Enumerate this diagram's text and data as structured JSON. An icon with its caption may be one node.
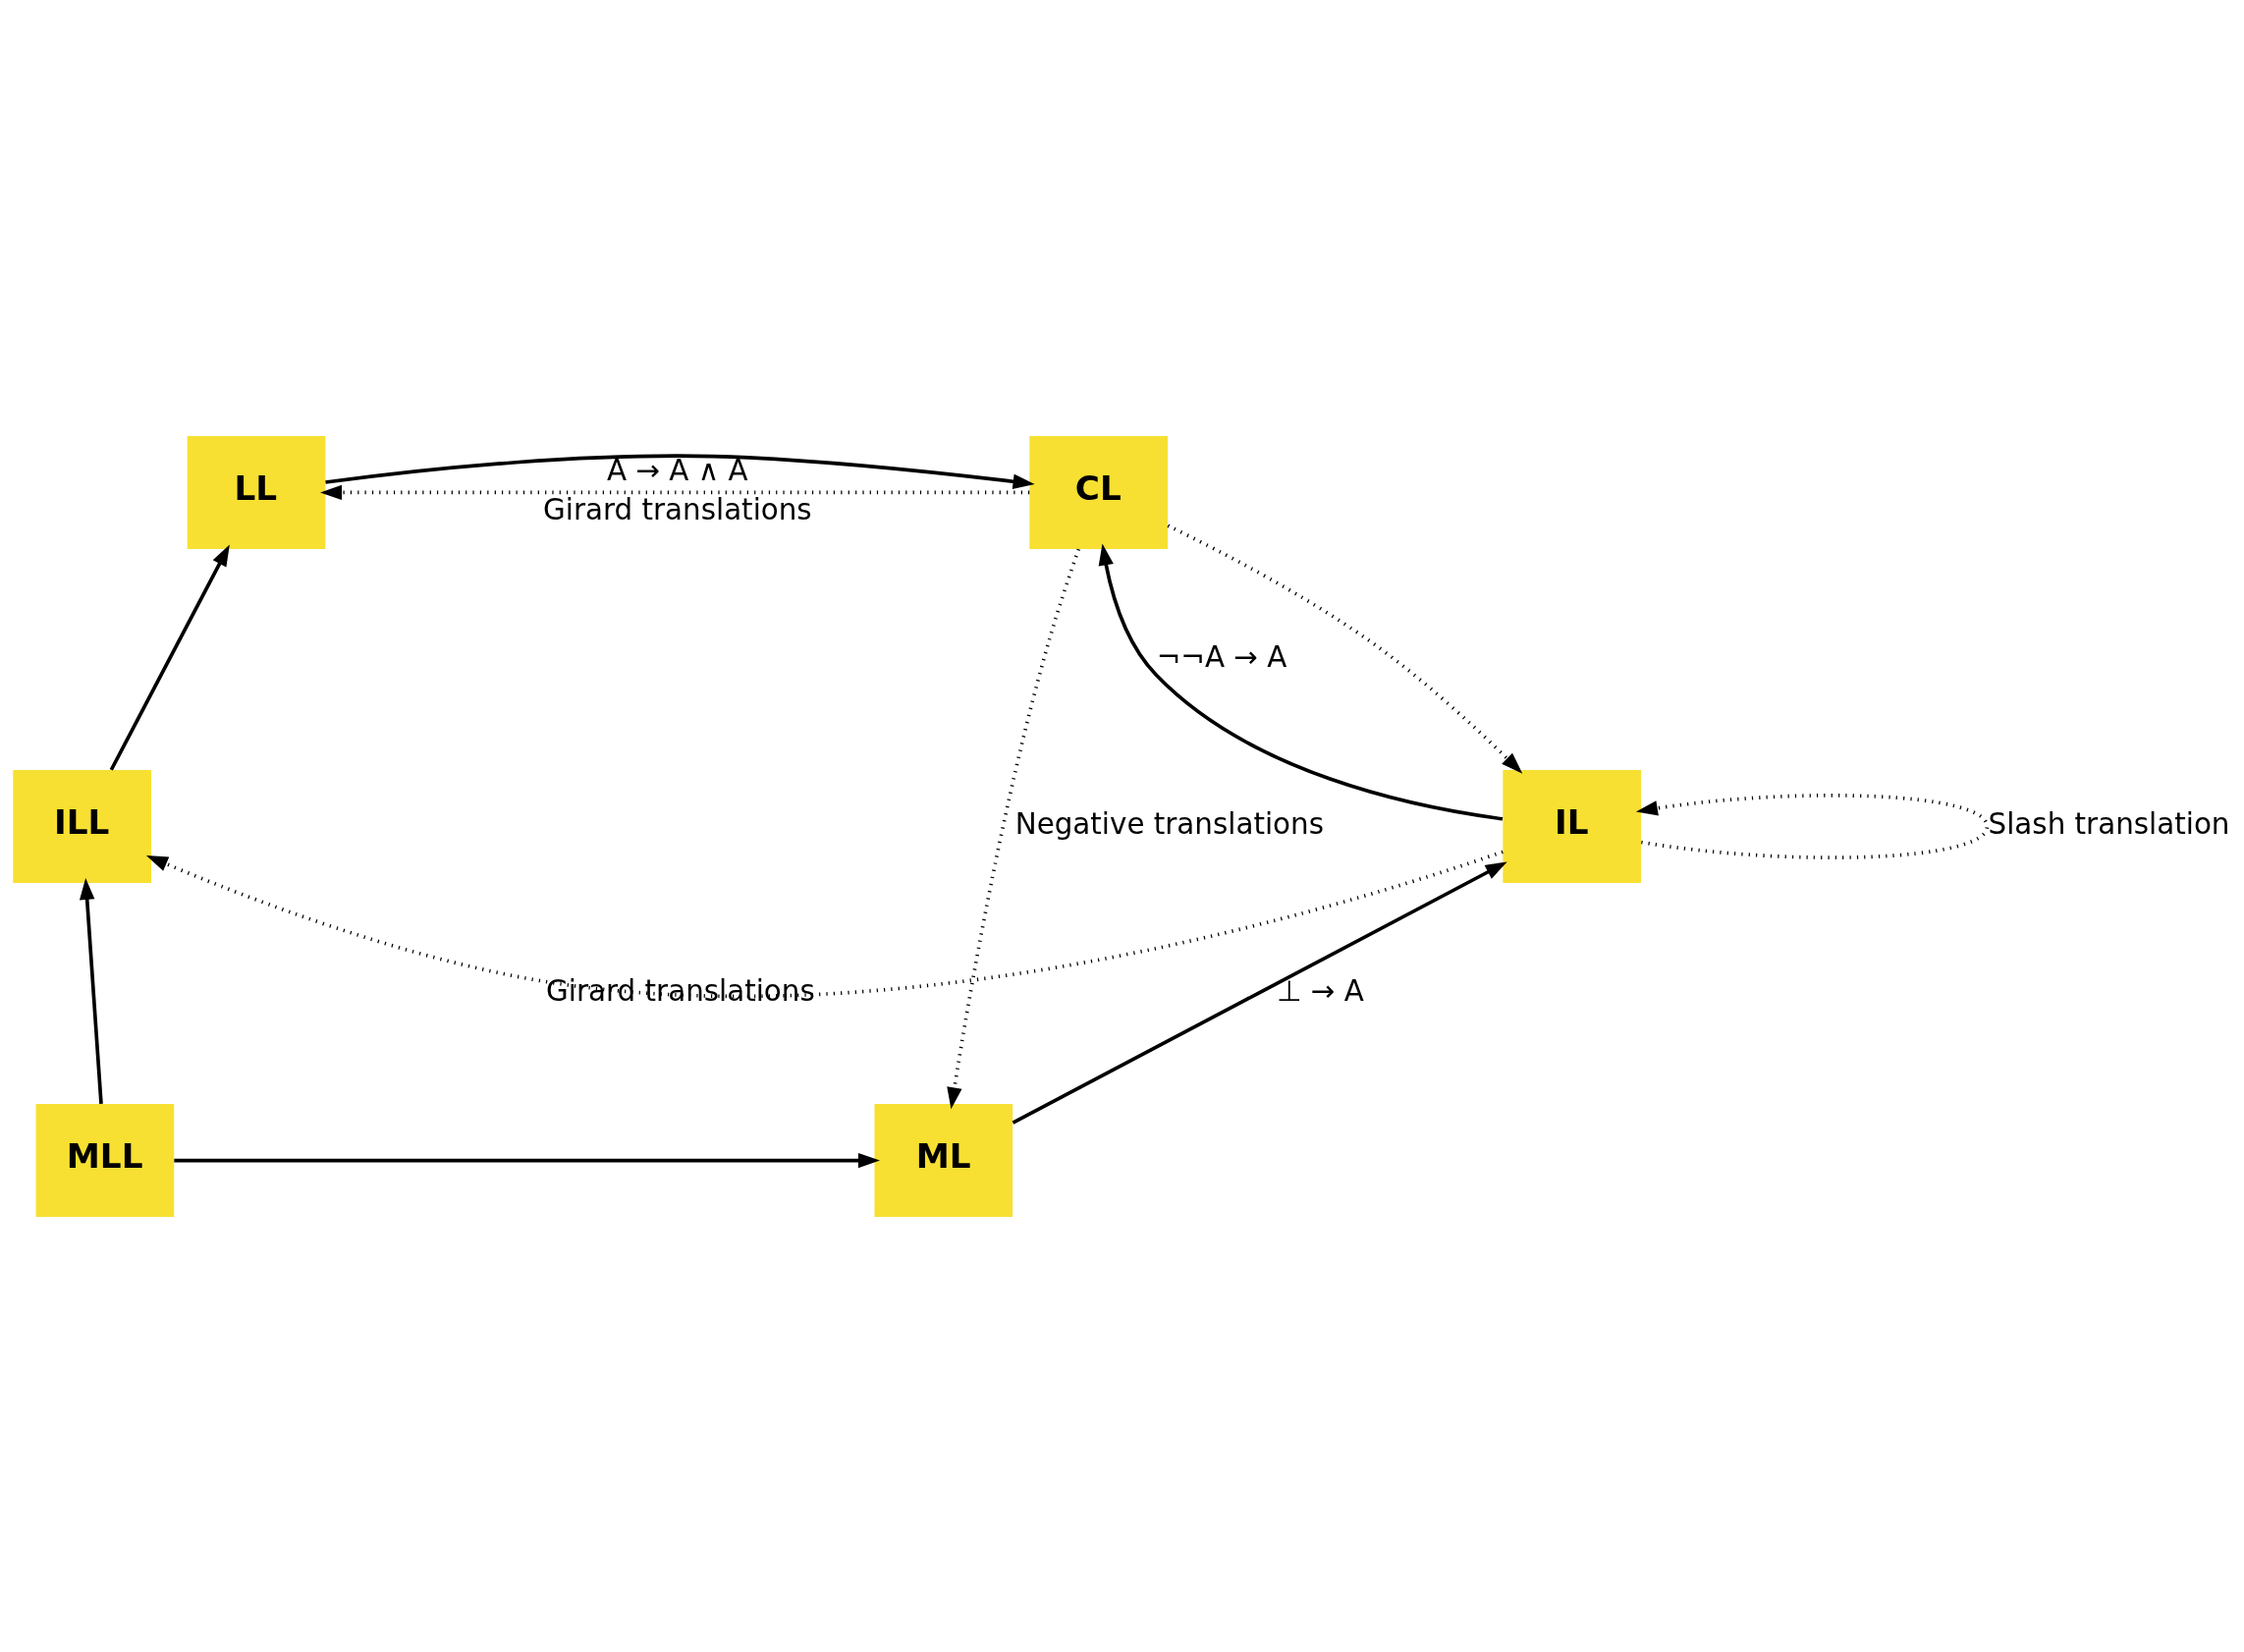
{
  "diagram": {
    "nodes": [
      {
        "text": [
          "LL"
        ]
      },
      {
        "text": [
          "CL"
        ]
      },
      {
        "text": [
          "ILL"
        ]
      },
      {
        "text": [
          "IL"
        ]
      },
      {
        "text": [
          "MLL"
        ]
      },
      {
        "text": [
          "ML"
        ]
      }
    ],
    "edges": [
      {
        "from": 1,
        "to": 0,
        "arrow": "to",
        "style": "dashed",
        "label": "Girard translations"
      },
      {
        "from": 0,
        "to": 1,
        "arrow": "to",
        "label": "A → A ∧ A"
      },
      {
        "from": 1,
        "to": 3,
        "arrow": "to",
        "style": "dashed"
      },
      {
        "from": 1,
        "to": 5,
        "arrow": "to",
        "style": "dashed",
        "label": "Negative translations"
      },
      {
        "from": 2,
        "to": 0,
        "arrow": "to"
      },
      {
        "from": 3,
        "to": 1,
        "arrow": "to",
        "label": "¬¬A → A"
      },
      {
        "from": 3,
        "to": 2,
        "arrow": "to",
        "style": "dashed",
        "label": "Girard translations"
      },
      {
        "from": 3,
        "to": 3,
        "arrow": "to",
        "style": "dashed",
        "label": "Slash translation"
      },
      {
        "from": 4,
        "to": 2,
        "arrow": "to"
      },
      {
        "from": 5,
        "to": 3,
        "arrow": "to",
        "label": "⊥ → A"
      },
      {
        "from": 4,
        "to": 5,
        "arrow": "to"
      }
    ]
  }
}
